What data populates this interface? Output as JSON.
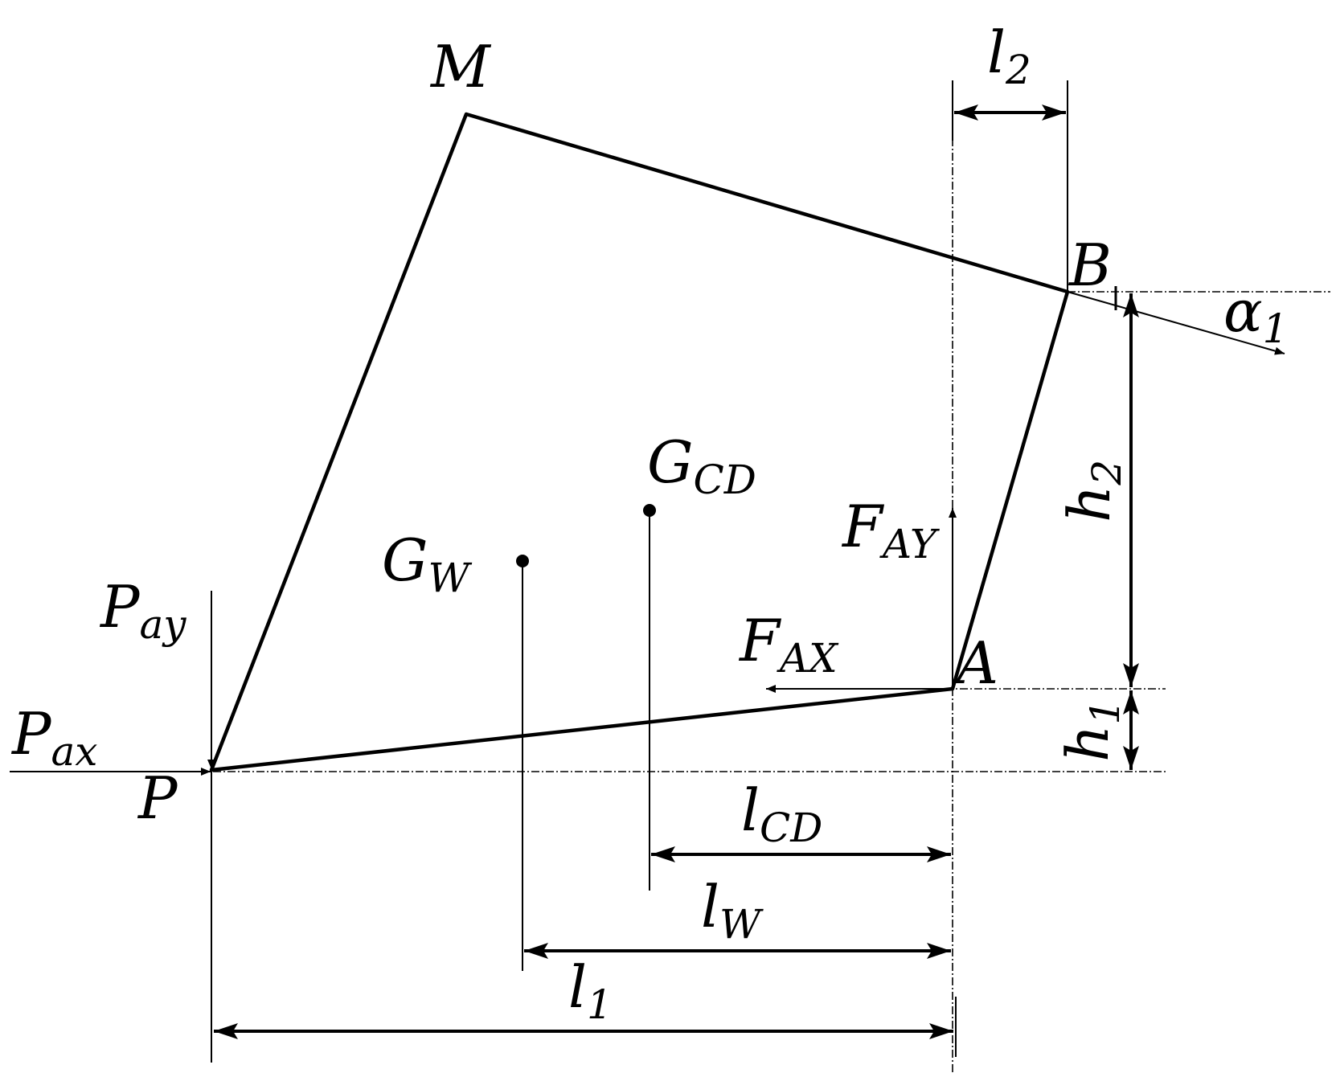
{
  "labels": {
    "M": "M",
    "B": "B",
    "A": "A",
    "P": "P",
    "P_ax": {
      "main": "P",
      "sub": "ax"
    },
    "P_ay": {
      "main": "P",
      "sub": "ay"
    },
    "F_AX": {
      "main": "F",
      "sub": "AX"
    },
    "F_AY": {
      "main": "F",
      "sub": "AY"
    },
    "G_W": {
      "main": "G",
      "sub": "W"
    },
    "G_CD": {
      "main": "G",
      "sub": "CD"
    },
    "l_1": {
      "main": "l",
      "sub": "1"
    },
    "l_2": {
      "main": "l",
      "sub": "2"
    },
    "l_W": {
      "main": "l",
      "sub": "W"
    },
    "l_CD": {
      "main": "l",
      "sub": "CD"
    },
    "h_1": {
      "main": "h",
      "sub": "1"
    },
    "h_2": {
      "main": "h",
      "sub": "2"
    },
    "alpha_1": {
      "main": "α",
      "sub": "1"
    }
  }
}
